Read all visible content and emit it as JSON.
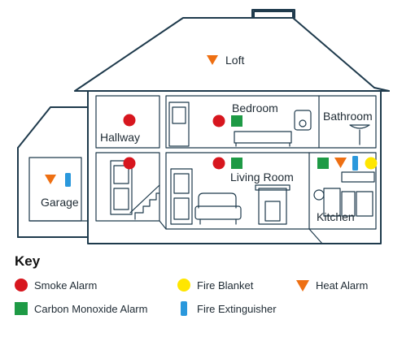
{
  "colors": {
    "smoke_alarm": "#d7161e",
    "carbon_monoxide_alarm": "#1e9a45",
    "heat_alarm": "#ee6f12",
    "fire_blanket": "#ffe600",
    "fire_extinguisher": "#2a98dc",
    "outline": "#1e3a4c"
  },
  "rooms": {
    "loft": "Loft",
    "hallway": "Hallway",
    "bedroom": "Bedroom",
    "bathroom": "Bathroom",
    "garage": "Garage",
    "living_room": "Living Room",
    "kitchen": "Kitchen"
  },
  "key": {
    "title": "Key",
    "items": [
      {
        "label": "Smoke Alarm",
        "icon": "red-circle"
      },
      {
        "label": "Fire Blanket",
        "icon": "yellow-circle"
      },
      {
        "label": "Heat Alarm",
        "icon": "orange-triangle"
      },
      {
        "label": "Carbon Monoxide Alarm",
        "icon": "green-square"
      },
      {
        "label": "Fire Extinguisher",
        "icon": "blue-bar"
      }
    ]
  }
}
